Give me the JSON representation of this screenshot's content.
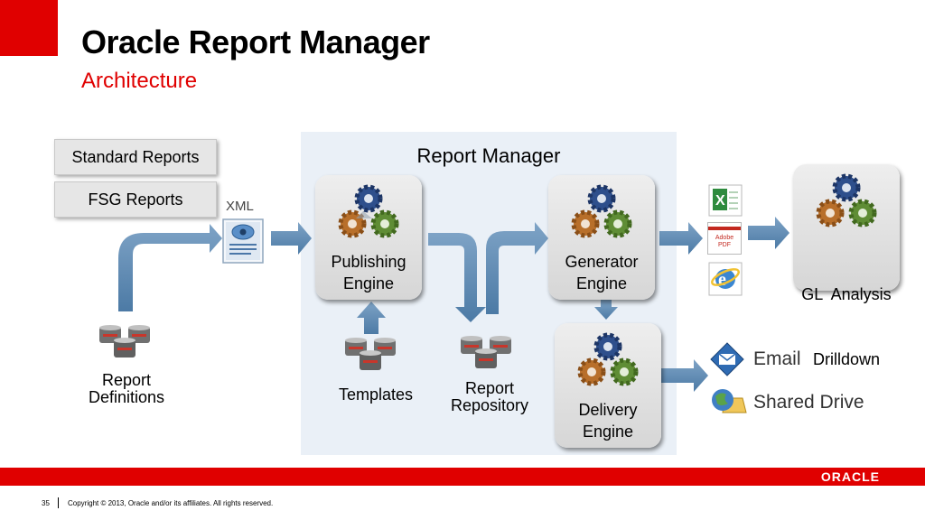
{
  "header": {
    "title": "Oracle Report Manager",
    "subtitle": "Architecture"
  },
  "inputs": {
    "standard_reports": "Standard Reports",
    "fsg_reports": "FSG Reports",
    "xml": "XML"
  },
  "report_manager": {
    "title": "Report Manager",
    "publishing_engine": [
      "Publishing",
      "Engine"
    ],
    "generator_engine": [
      "Generator",
      "Engine"
    ],
    "delivery_engine": [
      "Delivery",
      "Engine"
    ],
    "templates": "Templates",
    "report_repository": [
      "Report",
      "Repository"
    ]
  },
  "report_definitions": [
    "Report",
    "Definitions"
  ],
  "gl_analysis": [
    "GL  Analysis",
    "Drilldown"
  ],
  "delivery_targets": {
    "email": "Email",
    "shared_drive": "Shared Drive"
  },
  "file_icons": {
    "pdf_text": "Adobe PDF"
  },
  "footer": {
    "page_number": "35",
    "copyright": "Copyright © 2013, Oracle and/or its affiliates. All rights reserved.",
    "logo": "ORACLE"
  },
  "colors": {
    "accent_red": "#e00000",
    "arrow_blue": "#5b87b0",
    "panel_bg": "#eaf0f7"
  }
}
